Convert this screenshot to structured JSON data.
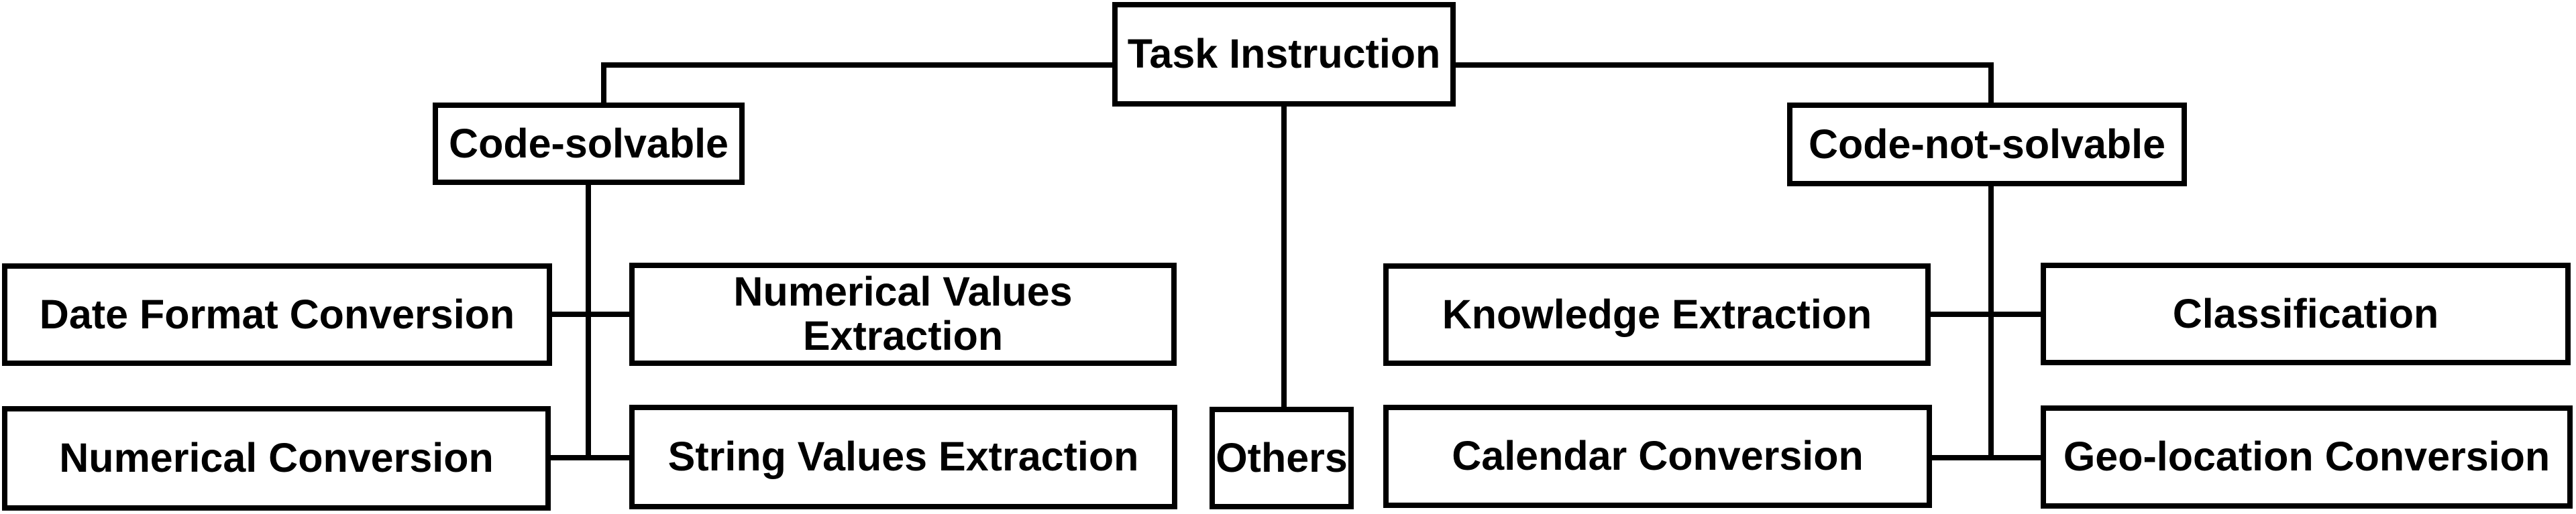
{
  "figure": {
    "type": "tree-diagram",
    "description": "Task Instruction taxonomy tree"
  },
  "nodes": {
    "task_instruction": {
      "label": "Task Instruction"
    },
    "code_solvable": {
      "label": "Code-solvable"
    },
    "code_not_solvable": {
      "label": "Code-not-solvable"
    },
    "others": {
      "label": "Others"
    },
    "date_format_conversion": {
      "label": "Date Format Conversion"
    },
    "numerical_values_extraction": {
      "label": "Numerical Values\nExtraction"
    },
    "numerical_conversion": {
      "label": "Numerical Conversion"
    },
    "string_values_extraction": {
      "label": "String Values Extraction"
    },
    "knowledge_extraction": {
      "label": "Knowledge Extraction"
    },
    "classification": {
      "label": "Classification"
    },
    "calendar_conversion": {
      "label": "Calendar Conversion"
    },
    "geo_location_conversion": {
      "label": "Geo-location Conversion"
    }
  },
  "hierarchy": {
    "Task Instruction": {
      "Code-solvable": [
        "Date Format Conversion",
        "Numerical Values Extraction",
        "Numerical Conversion",
        "String Values Extraction"
      ],
      "Code-not-solvable": [
        "Knowledge Extraction",
        "Classification",
        "Calendar Conversion",
        "Geo-location Conversion"
      ],
      "Others": []
    }
  },
  "colors": {
    "line": "#000000",
    "box_fill": "#ffffff",
    "text": "#000000",
    "background": "#ffffff"
  }
}
